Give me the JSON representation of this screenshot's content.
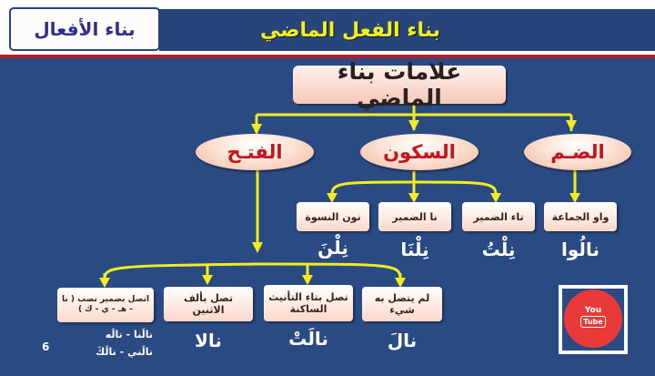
{
  "header": {
    "topic": "بناء الأفعال",
    "title": "بناء الفعل الماضي"
  },
  "diagram": {
    "root": "علامات بناء الماضي",
    "categories": {
      "damm": "الضـم",
      "sukun": "السكون",
      "fath": "الفتـح"
    },
    "damm_card": "واو الجماعة",
    "damm_example": "نالُوا",
    "sukun_cards": [
      "تاء الضمير",
      "نا الضمير",
      "نون النسوة"
    ],
    "sukun_examples": [
      "نِلْتُ",
      "نِلْنَا",
      "نِلْنَ"
    ],
    "fath_cards": [
      "لم يتصل به شيء",
      "تصل بتاء التأنيث الساكنة",
      "تصل بألف الاثنين",
      "اتصل بضمير نصب ( نا - هـ - ي - ك )"
    ],
    "fath_examples": [
      "نالَ",
      "نالَتْ",
      "نالا"
    ],
    "fath_extra_examples": [
      "نالَنا - نالَه",
      "نالَني - نالَكَ"
    ],
    "page_number": "6"
  },
  "youtube": {
    "line1": "You",
    "line2": "Tube"
  }
}
